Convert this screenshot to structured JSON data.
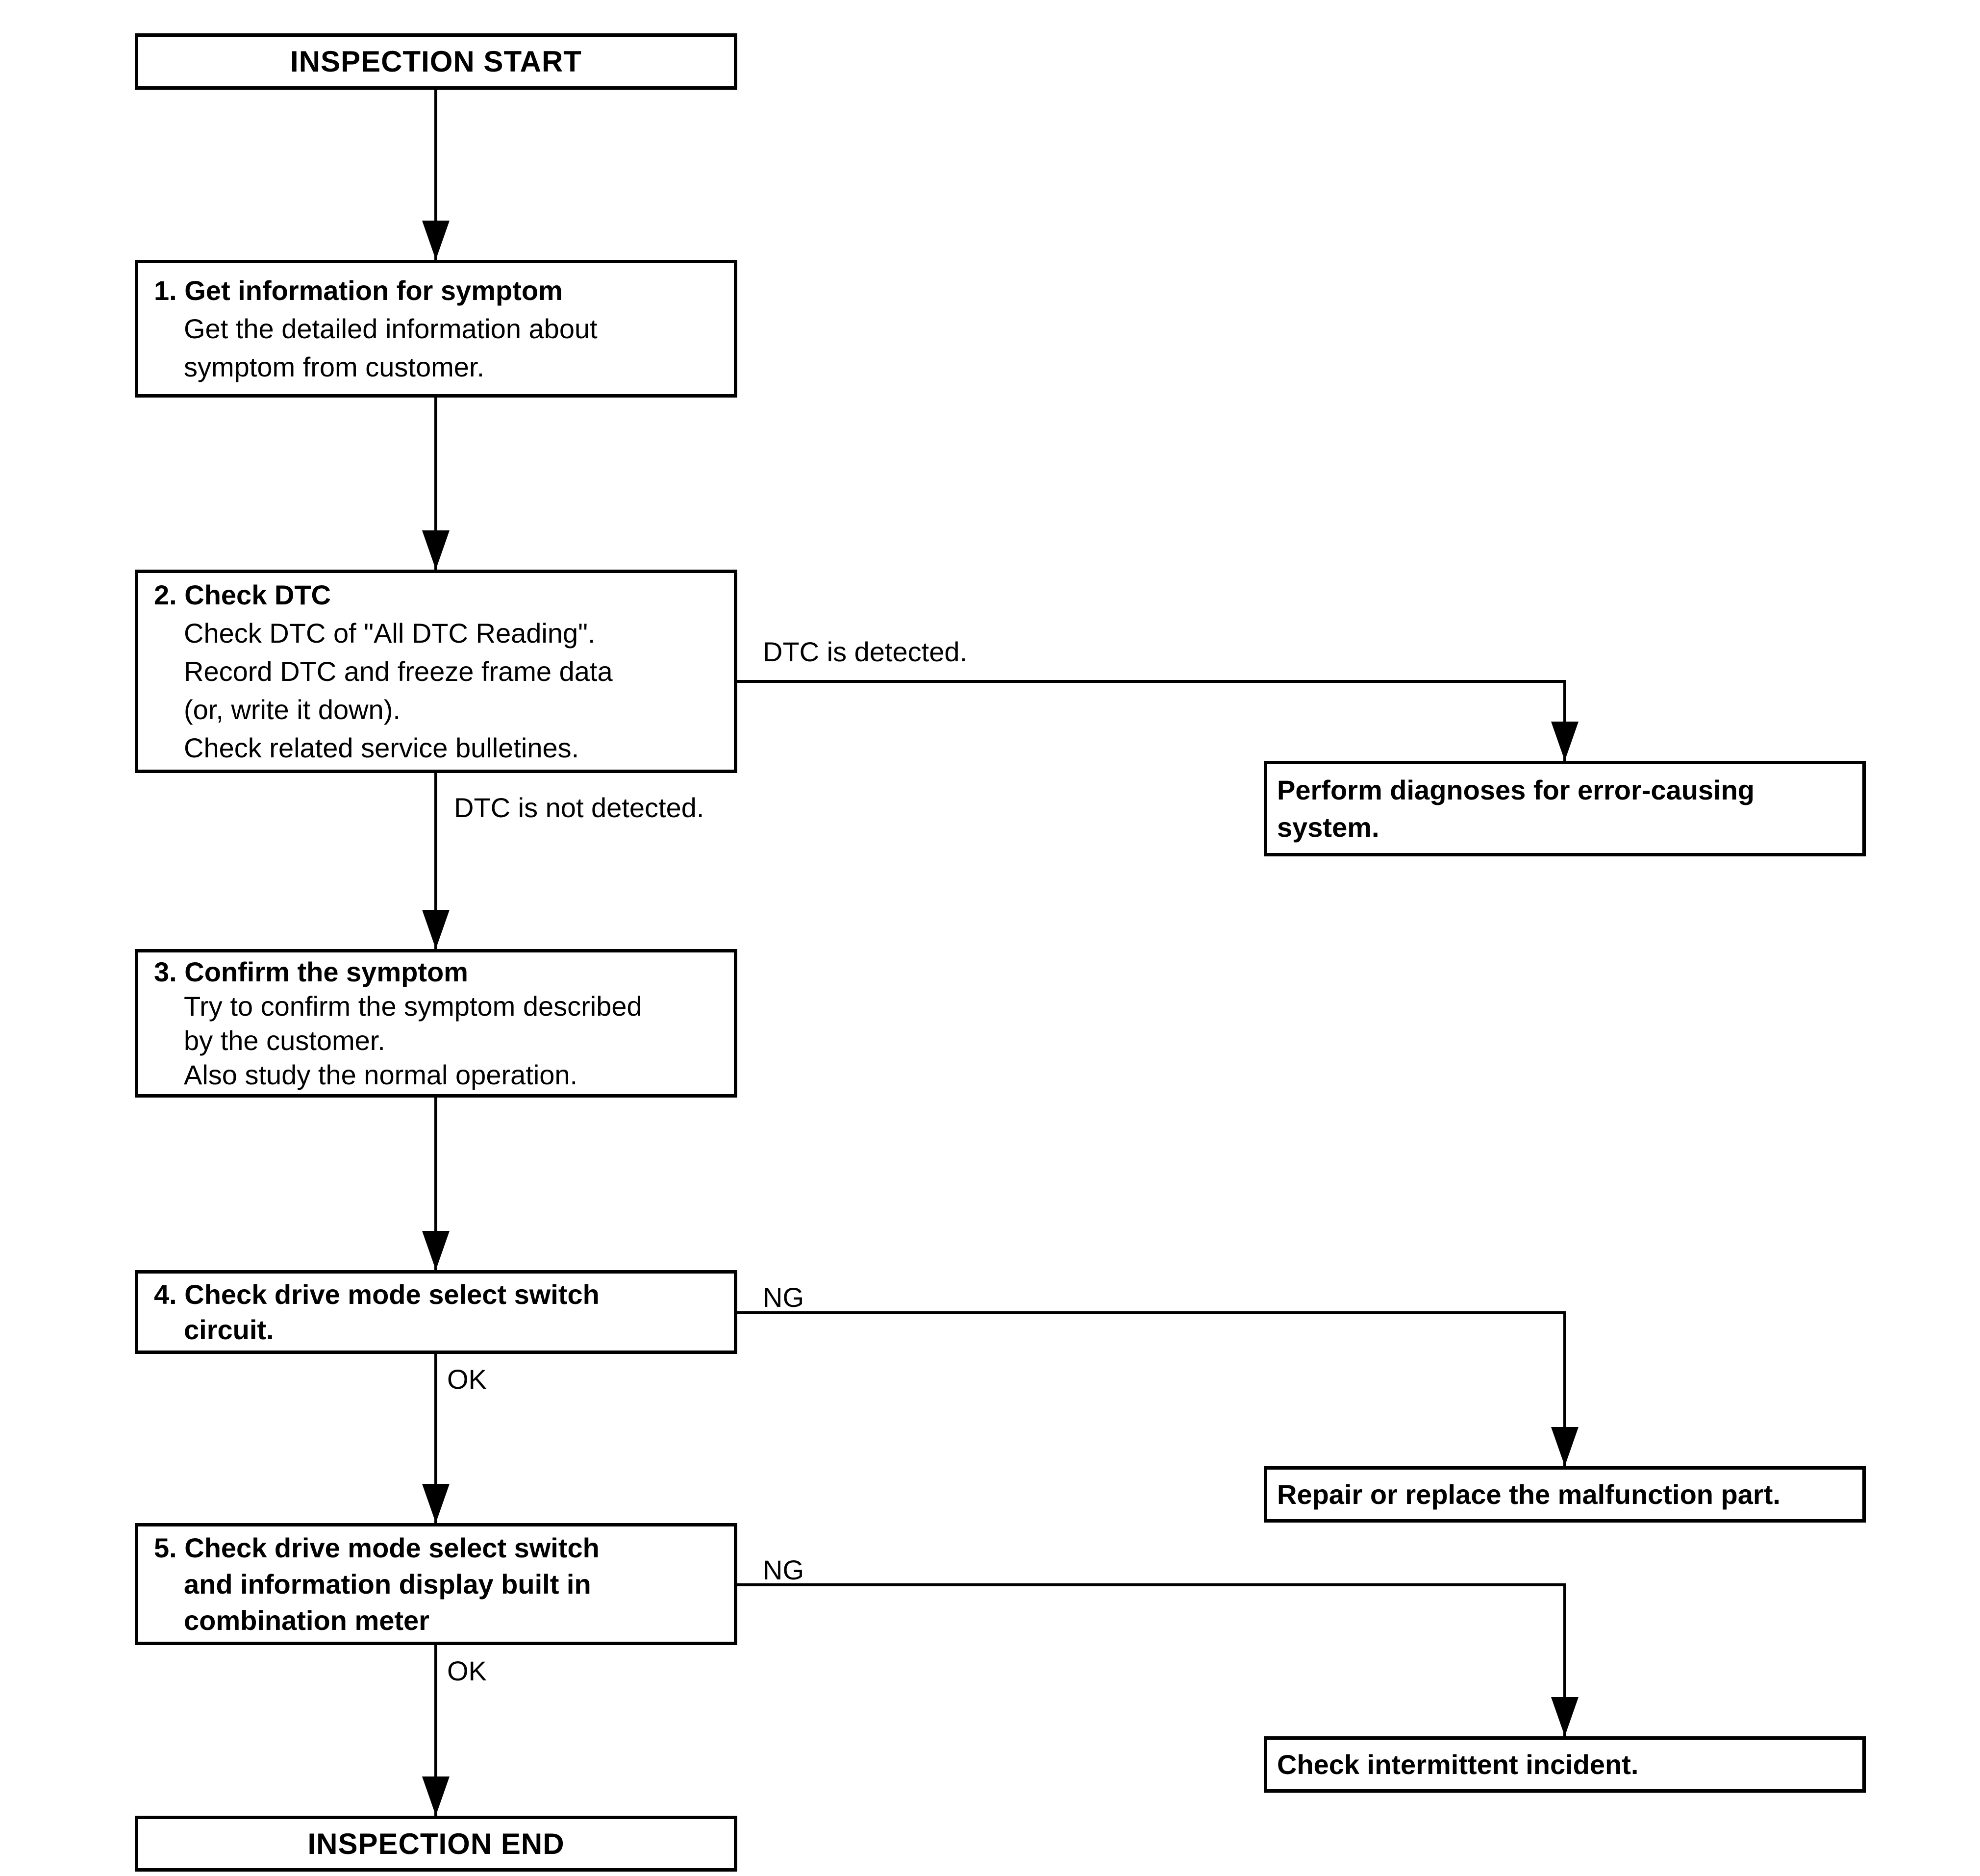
{
  "colors": {
    "ink": "#000000",
    "paper": "#ffffff"
  },
  "flowchart": {
    "start": {
      "label": "INSPECTION START"
    },
    "end": {
      "label": "INSPECTION END"
    },
    "steps": [
      {
        "title": "1. Get information for symptom",
        "lines": [
          "Get the detailed information about",
          "symptom from customer."
        ]
      },
      {
        "title": "2. Check DTC",
        "lines": [
          "Check DTC of \"All DTC Reading\".",
          "Record DTC and freeze frame data",
          "(or, write it down).",
          "Check related service bulletines."
        ]
      },
      {
        "title": "3. Confirm the symptom",
        "lines": [
          "Try to confirm the symptom described",
          "by the customer.",
          "Also study the normal operation."
        ]
      },
      {
        "title": "4. Check drive mode select switch",
        "lines": [
          "circuit."
        ]
      },
      {
        "title": "5. Check drive mode select switch",
        "lines": [
          "and information display built in",
          "combination meter"
        ]
      }
    ],
    "outcomes": [
      {
        "lines": [
          "Perform diagnoses for error-causing",
          "system."
        ]
      },
      {
        "lines": [
          "Repair or replace the malfunction part."
        ]
      },
      {
        "lines": [
          "Check intermittent incident."
        ]
      }
    ],
    "edge_labels": {
      "dtc_detected": "DTC is detected.",
      "dtc_not_detected": "DTC is not detected.",
      "step4_ng": "NG",
      "step4_ok": "OK",
      "step5_ng": "NG",
      "step5_ok": "OK"
    }
  }
}
